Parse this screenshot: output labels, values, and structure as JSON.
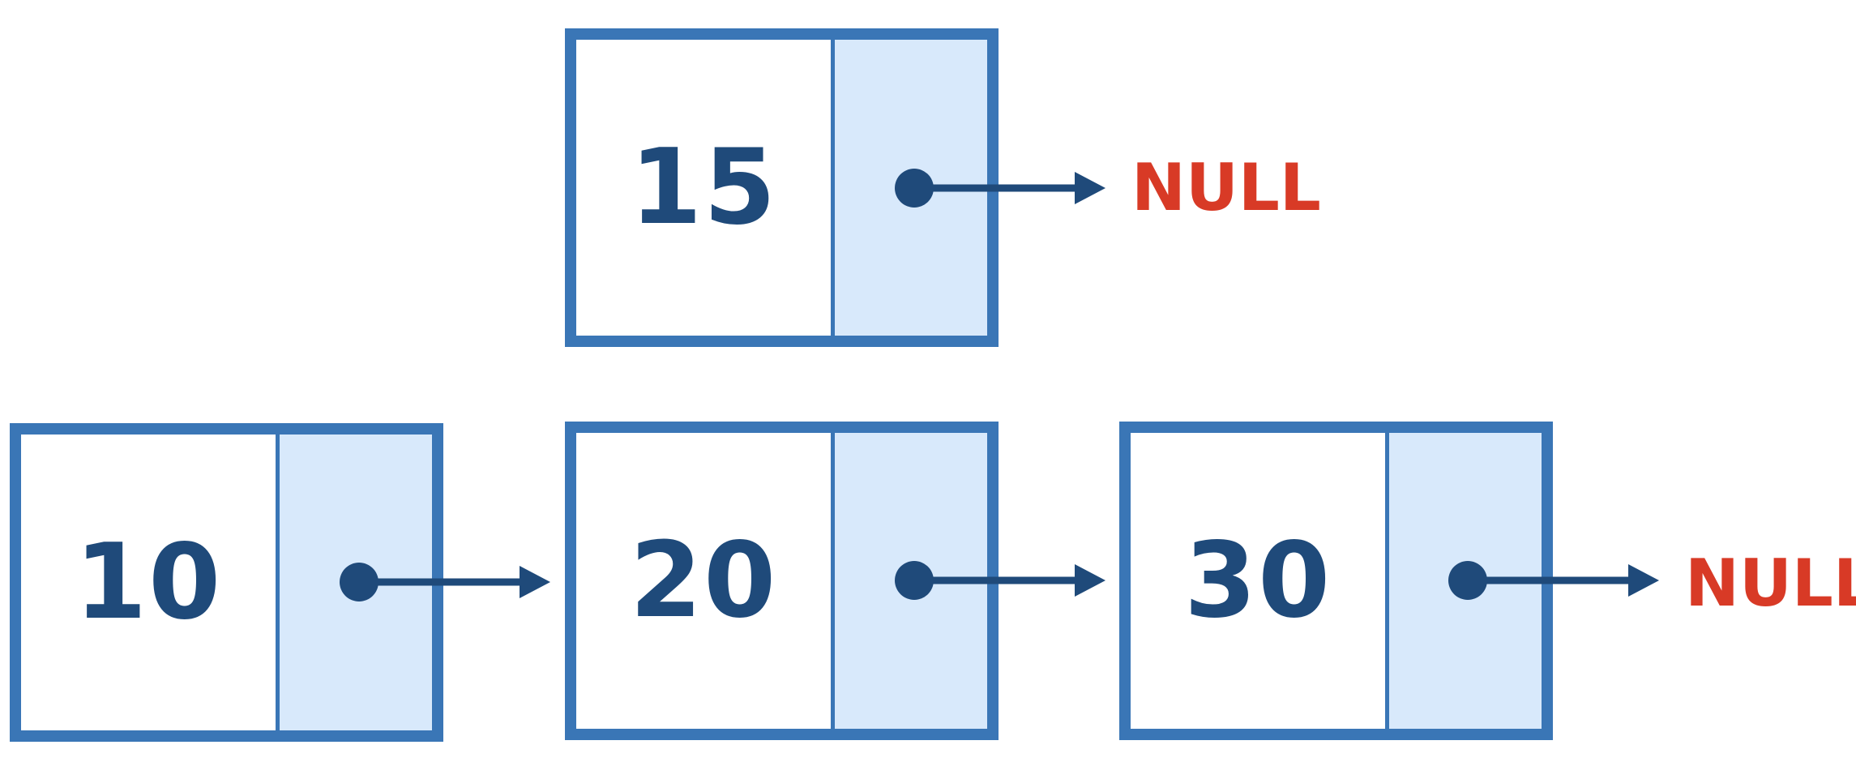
{
  "nodes": [
    {
      "id": "node-15",
      "value": "15"
    },
    {
      "id": "node-10",
      "value": "10"
    },
    {
      "id": "node-20",
      "value": "20"
    },
    {
      "id": "node-30",
      "value": "30"
    }
  ],
  "null_label": "NULL",
  "colors": {
    "border": "#3a76b6",
    "next_fill": "#d8e9fb",
    "value_text": "#1f4a7a",
    "pointer": "#1f4a7a",
    "null_text": "#d83a26"
  }
}
